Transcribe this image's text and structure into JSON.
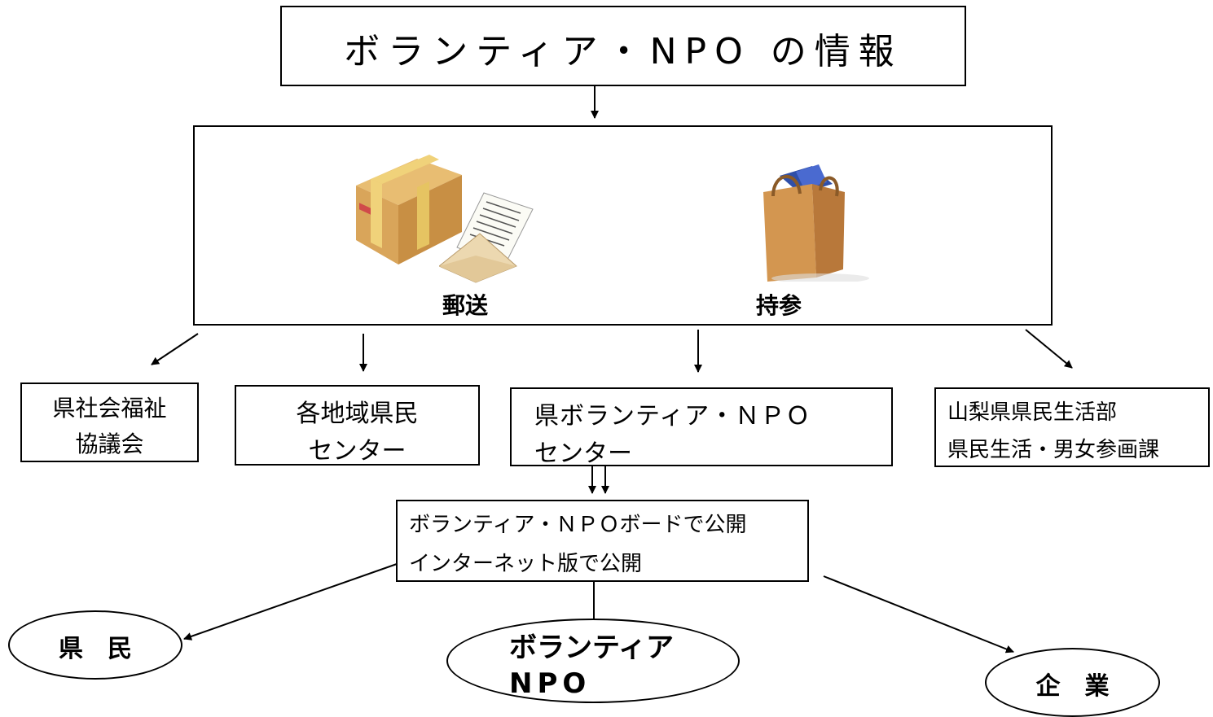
{
  "title": "ボランティア・NPO の情報",
  "methods": {
    "mail": "郵送",
    "bring": "持参"
  },
  "recipients": {
    "shakyo_line1": "県社会福祉",
    "shakyo_line2": "協議会",
    "chiiki_line1": "各地域県民",
    "chiiki_line2": "センター",
    "center_line1": "県ボランティア・ＮＰＯ",
    "center_line2": "センター",
    "pref_line1": "山梨県県民生活部",
    "pref_line2": "県民生活・男女参画課"
  },
  "publish": {
    "line1": "ボランティア・ＮＰＯボードで公開",
    "line2": "インターネット版で公開"
  },
  "audience": {
    "residents": "県　民",
    "volunteer_line1": "ボランティア",
    "volunteer_line2": "NPO",
    "companies": "企　業"
  },
  "icons": {
    "parcel": "parcel-box-icon",
    "letter": "letter-envelope-icon",
    "bag": "shopping-bag-icon"
  },
  "colors": {
    "box_tan": "#d9a55a",
    "tape": "#f0d27a",
    "bag": "#c98a3f",
    "books": "#2f4fa8"
  }
}
